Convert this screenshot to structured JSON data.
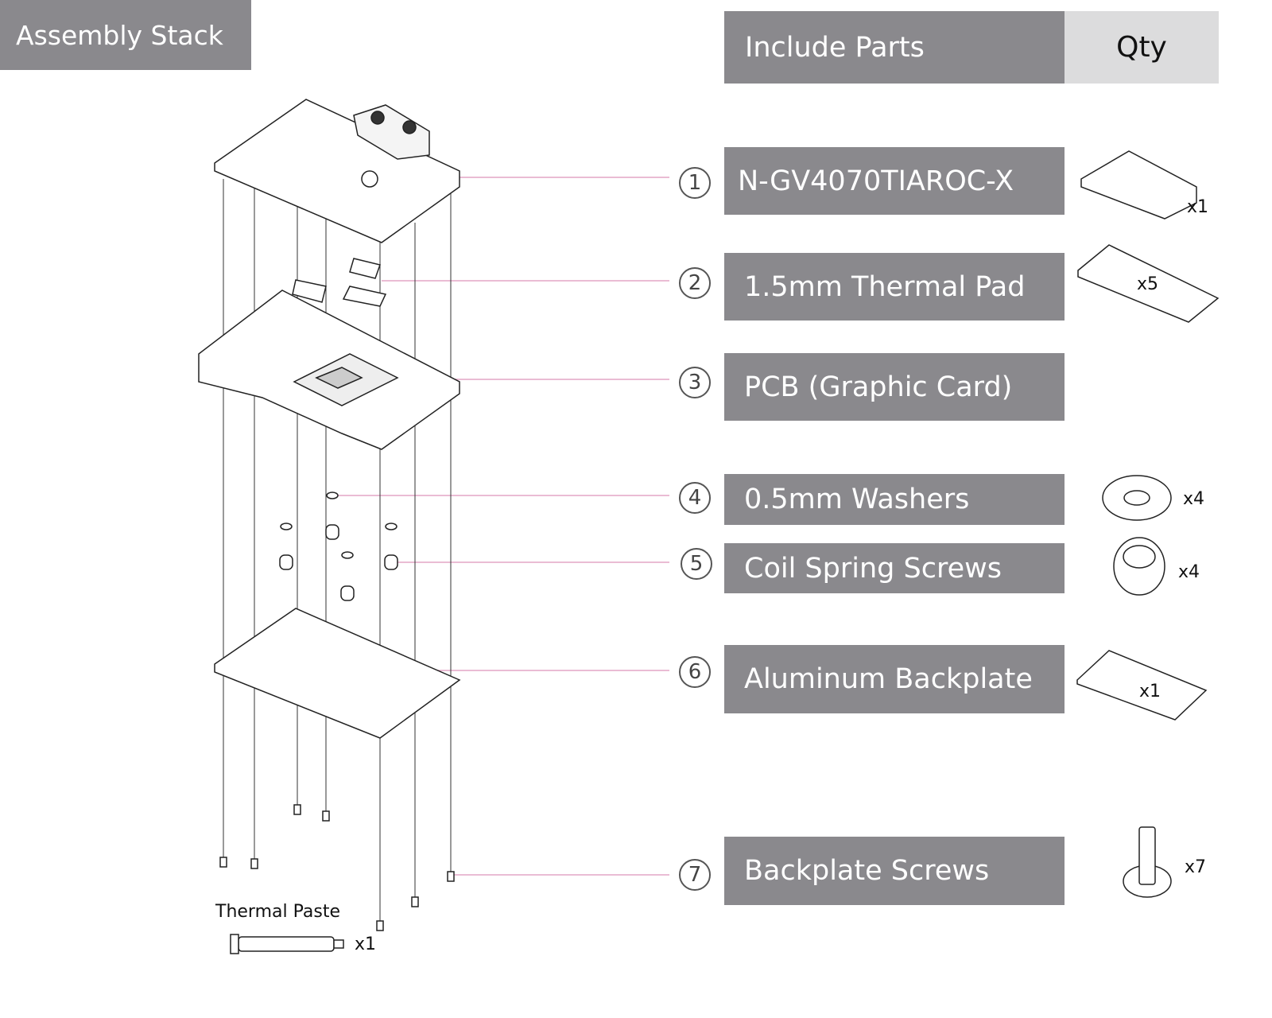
{
  "header": {
    "title": "Assembly Stack"
  },
  "table": {
    "parts_header": "Include Parts",
    "qty_header": "Qty"
  },
  "parts": [
    {
      "number": "1",
      "label": "N-GV4070TIAROC-X",
      "qty": "x1"
    },
    {
      "number": "2",
      "label": "1.5mm Thermal Pad",
      "qty": "x5"
    },
    {
      "number": "3",
      "label": "PCB (Graphic Card)",
      "qty": ""
    },
    {
      "number": "4",
      "label": "0.5mm Washers",
      "qty": "x4"
    },
    {
      "number": "5",
      "label": "Coil Spring Screws",
      "qty": "x4"
    },
    {
      "number": "6",
      "label": "Aluminum Backplate",
      "qty": "x1"
    },
    {
      "number": "7",
      "label": "Backplate Screws",
      "qty": "x7"
    }
  ],
  "thermal_paste": {
    "label": "Thermal Paste",
    "qty": "x1"
  },
  "colors": {
    "box": "#8a898d",
    "qty_bg": "#dcdcdd",
    "leader": "#e3a6c6"
  }
}
